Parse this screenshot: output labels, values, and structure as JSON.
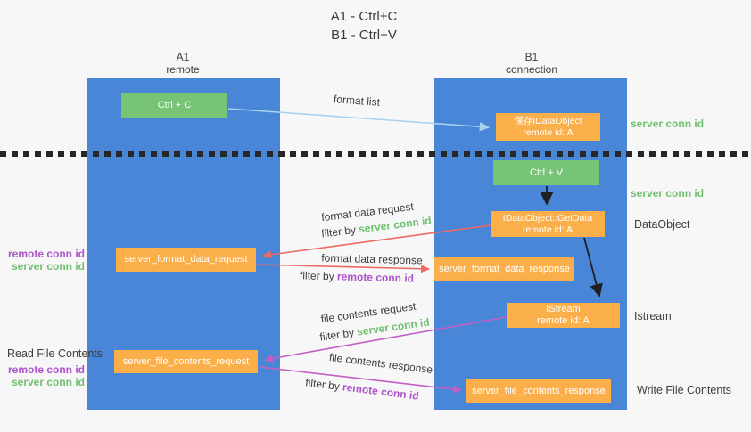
{
  "title": {
    "line1": "A1 - Ctrl+C",
    "line2": "B1 - Ctrl+V"
  },
  "lanes": {
    "a1": {
      "title": "A1",
      "subtitle": "remote"
    },
    "b1": {
      "title": "B1",
      "subtitle": "connection"
    }
  },
  "nodes": {
    "ctrl_c": "Ctrl + C",
    "ctrl_v": "Ctrl + V",
    "save_idataobject": {
      "line1": "保存IDataObject",
      "line2": "remote id: A"
    },
    "idataobject_getdata": {
      "line1": "IDataObject::GetData",
      "line2": "remote id: A"
    },
    "istream": {
      "line1": "IStream",
      "line2": "remote id: A"
    },
    "server_format_data_request": "server_format_data_request",
    "server_format_data_response": "server_format_data_response",
    "server_file_contents_request": "server_file_contents_request",
    "server_file_contents_response": "server_file_contents_response"
  },
  "arrows": {
    "format_list": "format list",
    "format_data_request": {
      "line1": "format data request",
      "filter_prefix": "filter by ",
      "filter_key": "server conn id"
    },
    "format_data_response": {
      "line1": "format data response",
      "filter_prefix": "filter by ",
      "filter_key": "remote conn id"
    },
    "file_contents_request": {
      "line1": "file contents request",
      "filter_prefix": "filter by ",
      "filter_key": "server conn id"
    },
    "file_contents_response": {
      "line1": "file contents response",
      "filter_prefix": "filter by ",
      "filter_key": "remote conn id"
    }
  },
  "side_labels": {
    "right_server_conn_id_1": "server conn id",
    "right_server_conn_id_2": "server conn id",
    "data_object": "DataObject",
    "istream": "Istream",
    "write_file_contents": "Write File Contents",
    "read_file_contents": "Read File Contents",
    "left_remote_conn_id_1": "remote conn id",
    "left_server_conn_id_1": "server conn id",
    "left_remote_conn_id_2": "remote conn id",
    "left_server_conn_id_2": "server conn id"
  },
  "colors": {
    "lane_blue": "#4a86d8",
    "box_green": "#77c476",
    "box_orange": "#fbaf4a",
    "arrow_blue": "#a8d2ef",
    "arrow_red": "#ed6a62",
    "arrow_magenta": "#c45ec4",
    "arrow_black": "#1f1f1f",
    "label_green": "#6fc06f",
    "label_purple": "#ae54c9",
    "text_dark": "#3d3d3d",
    "background": "#f7f7f7"
  }
}
